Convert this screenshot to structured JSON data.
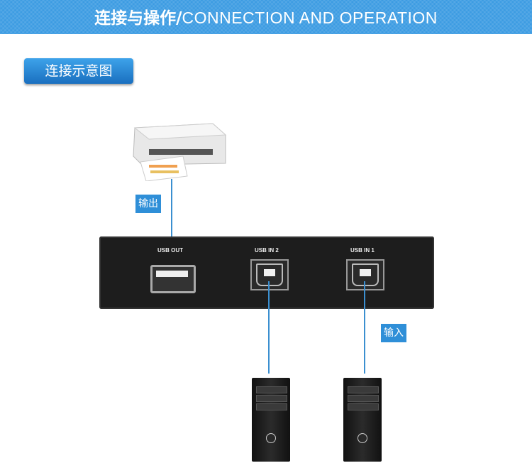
{
  "header": {
    "title_cn": "连接与操作/",
    "title_en": "CONNECTION AND OPERATION"
  },
  "section_badge": "连接示意图",
  "labels": {
    "output": "输出",
    "input": "输入"
  },
  "panel": {
    "ports": [
      "USB OUT",
      "USB IN 2",
      "USB IN 1"
    ]
  },
  "colors": {
    "accent": "#3b9be2"
  }
}
